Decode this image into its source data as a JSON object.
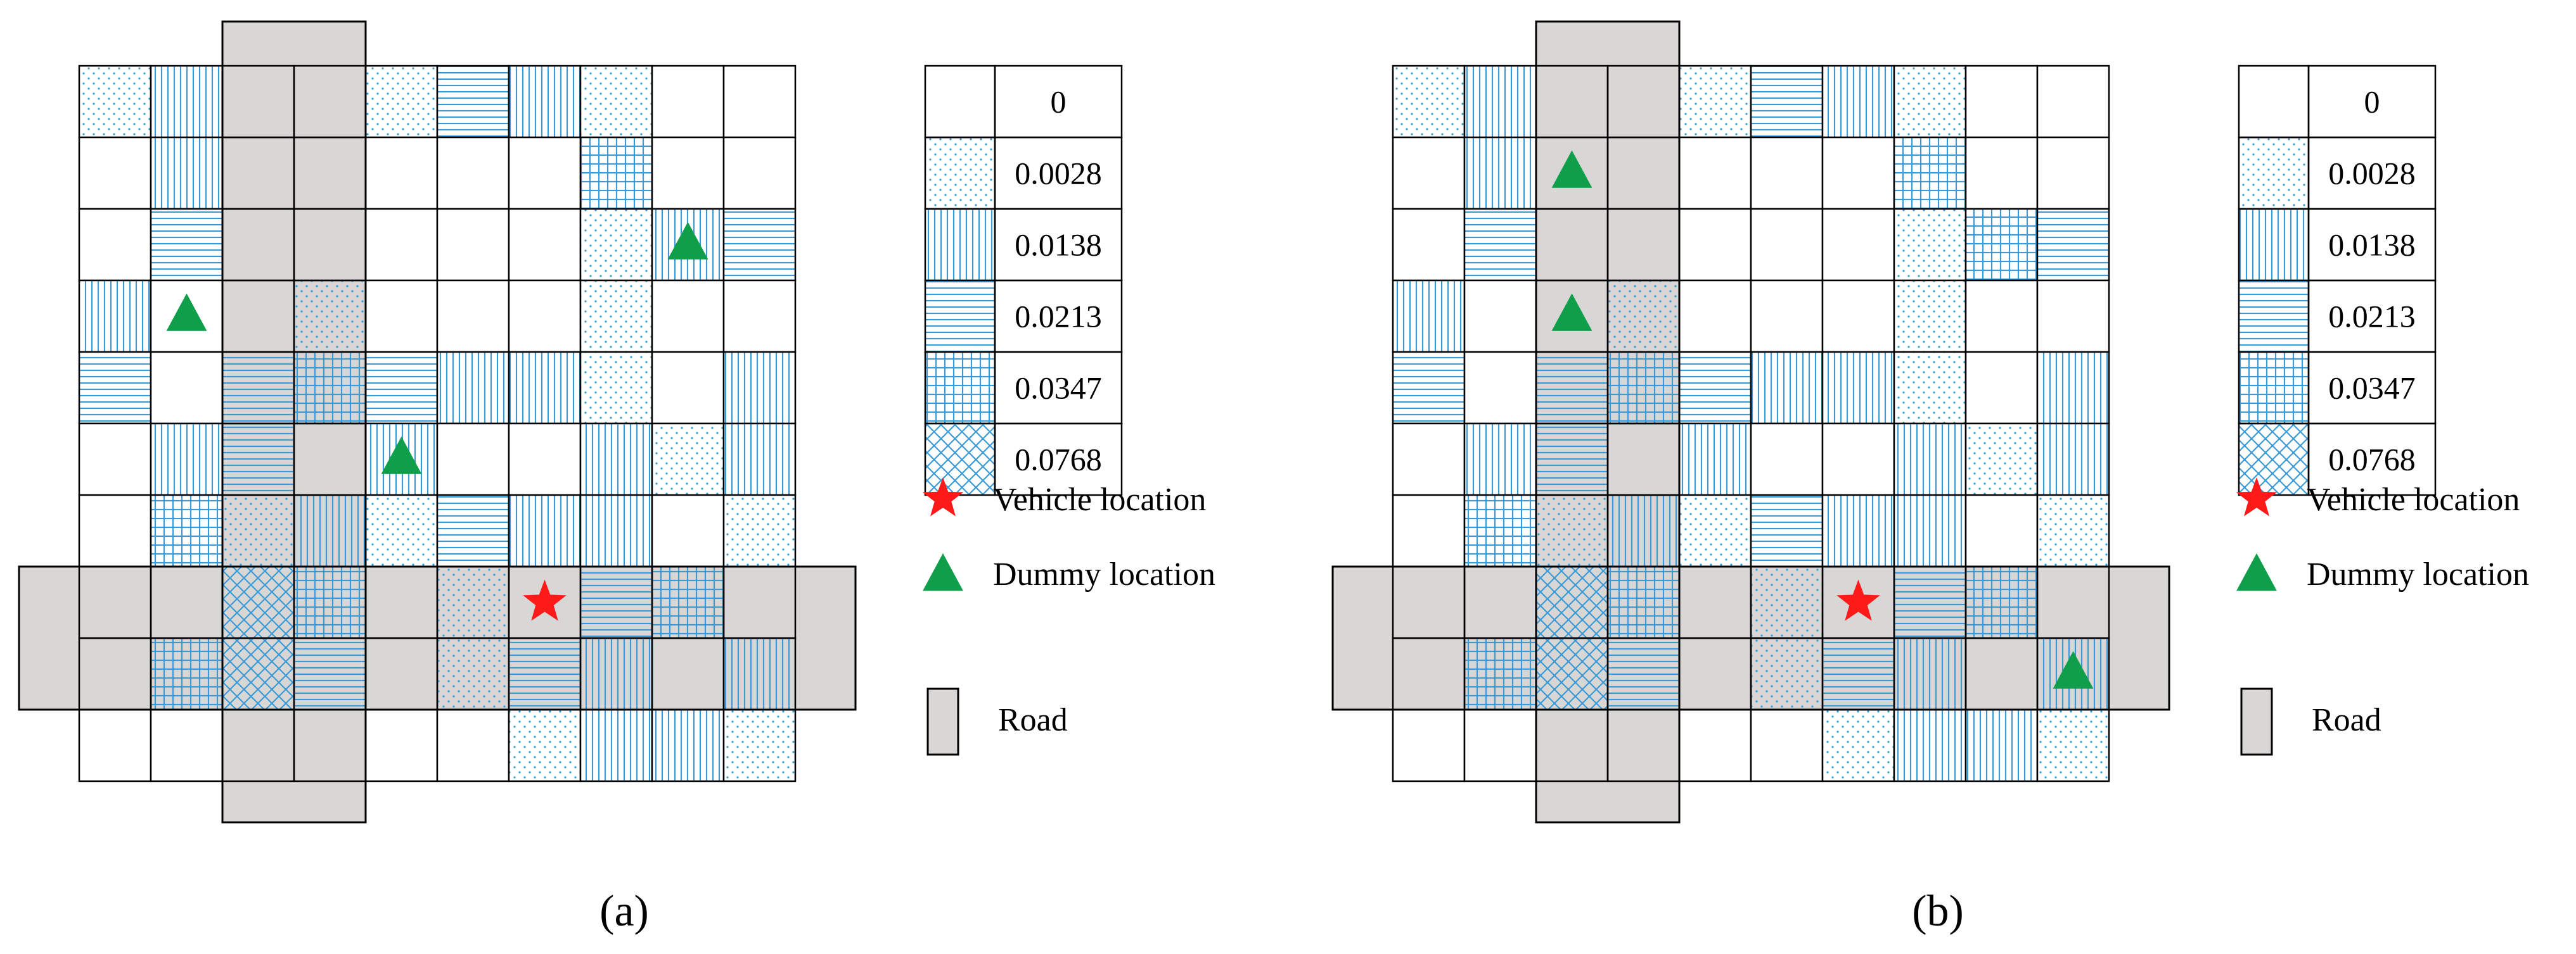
{
  "colors": {
    "grid_line": "#000000",
    "pattern_blue": "#3a9ad6",
    "road_fill": "#d9d6d6",
    "vehicle": "#ff1a1a",
    "dummy": "#0f9e4a"
  },
  "legend": {
    "value_rows": [
      {
        "pattern": "blank",
        "value": "0"
      },
      {
        "pattern": "dots",
        "value": "0.0028"
      },
      {
        "pattern": "vertical",
        "value": "0.0138"
      },
      {
        "pattern": "horizontal",
        "value": "0.0213"
      },
      {
        "pattern": "grid",
        "value": "0.0347"
      },
      {
        "pattern": "crosshatch",
        "value": "0.0768"
      }
    ],
    "vehicle_label": "Vehicle location",
    "dummy_label": "Dummy location",
    "road_label": "Road"
  },
  "panels": [
    {
      "caption": "(a)",
      "cells": [
        "dvBBdhvdBB",
        "BvBBBBBgBB",
        "BhBBBBBdvh",
        "vBBdBBBdBB",
        "hBhghvvdBv",
        "BvhBvBBvdv",
        "BgdvdhvvBd",
        "BBxgBdBhgB",
        "BgxhBdhvBv",
        "BBBBBBdvvd"
      ],
      "vehicle": [
        6.5,
        7.5
      ],
      "dummies": [
        [
          1.5,
          3.5
        ],
        [
          4.5,
          5.5
        ],
        [
          8.5,
          2.5
        ]
      ]
    },
    {
      "caption": "(b)",
      "cells": [
        "dvBBdhvdBB",
        "BvBBBBBgBB",
        "BhBBBBBdgh",
        "vBBdBBBdBB",
        "hBhghvvdBv",
        "BvhBvBBvdv",
        "BgdvdhvvBd",
        "BBxgBdBhgB",
        "BgxhBdhvBv",
        "BBBBBBdvvd"
      ],
      "vehicle": [
        6.5,
        7.5
      ],
      "dummies": [
        [
          2.5,
          1.5
        ],
        [
          2.5,
          3.5
        ],
        [
          9.5,
          8.5
        ]
      ]
    }
  ]
}
